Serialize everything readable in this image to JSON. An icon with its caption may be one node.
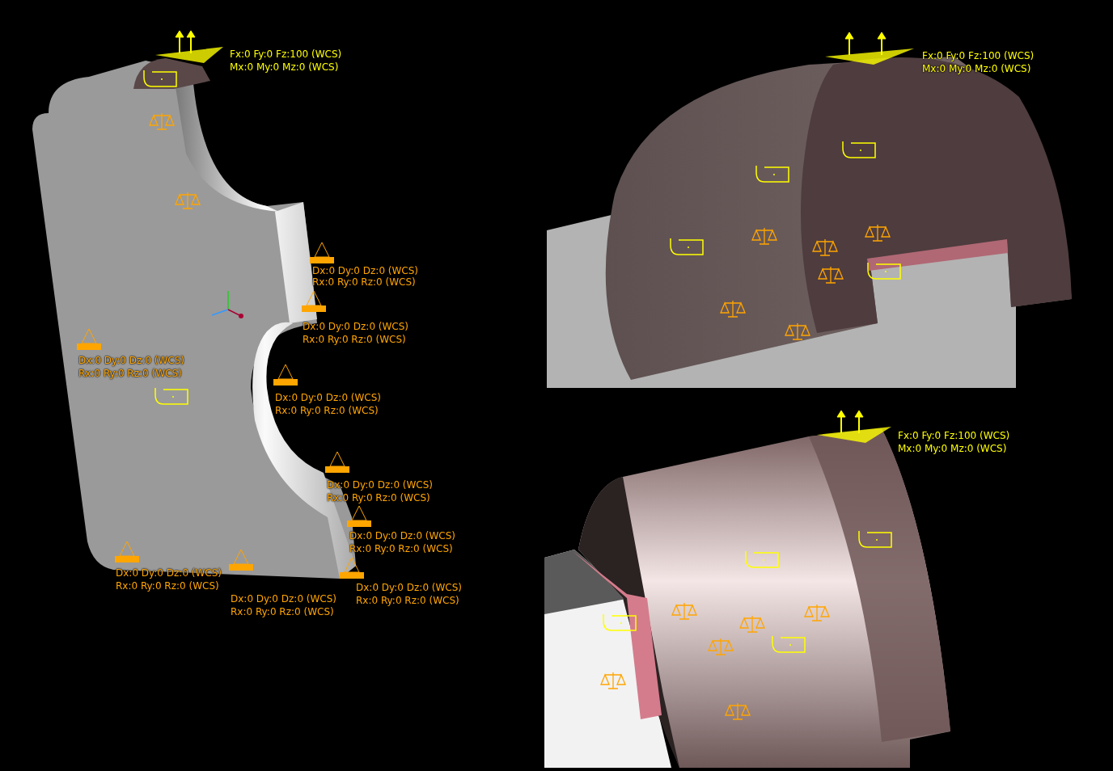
{
  "diagram": {
    "labels": [
      "Fx:0 Fy:0 Fz:100 (WCS)",
      "Mx:0 My:0 Mz:0 (WCS)",
      "Fx:0 Fy:0 Fz:100 (WCS)",
      "Mx:0 My:0 Mz:0 (WCS)",
      "Fx:0 Fy:0 Fz:100 (WCS)",
      "Mx:0 My:0 Mz:0 (WCS)",
      "Dx:0 Dy:0 Dz:0 (WCS)",
      "Rx:0 Ry:0 Rz:0 (WCS)",
      "Dx:0 Dy:0 Dz:0 (WCS)",
      "Rx:0 Ry:0 Rz:0 (WCS)",
      "Dx:0 Dy:0 Dz:0 (WCS)",
      "Rx:0 Ry:0 Rz:0 (WCS)",
      "Dx:0 Dy:0 Dz:0 (WCS)",
      "Rx:0 Ry:0 Rz:0 (WCS)",
      "Dx:0 Dy:0 Dz:0 (WCS)",
      "Rx:0 Ry:0 Rz:0 (WCS)",
      "Dx:0 Dy:0 Dz:0 (WCS)",
      "Rx:0 Ry:0 Rz:0 (WCS)",
      "Dx:0 Dy:0 Dz:0 (WCS)",
      "Rx:0 Ry:0 Rz:0 (WCS)",
      "Dx:0 Dy:0 Dz:0 (WCS)",
      "Rx:0 Ry:0 Rz:0 (WCS)",
      "Dx:0 Dy:0 Dz:0 (WCS)",
      "Rx:0 Ry:0 Rz:0 (WCS)"
    ]
  }
}
